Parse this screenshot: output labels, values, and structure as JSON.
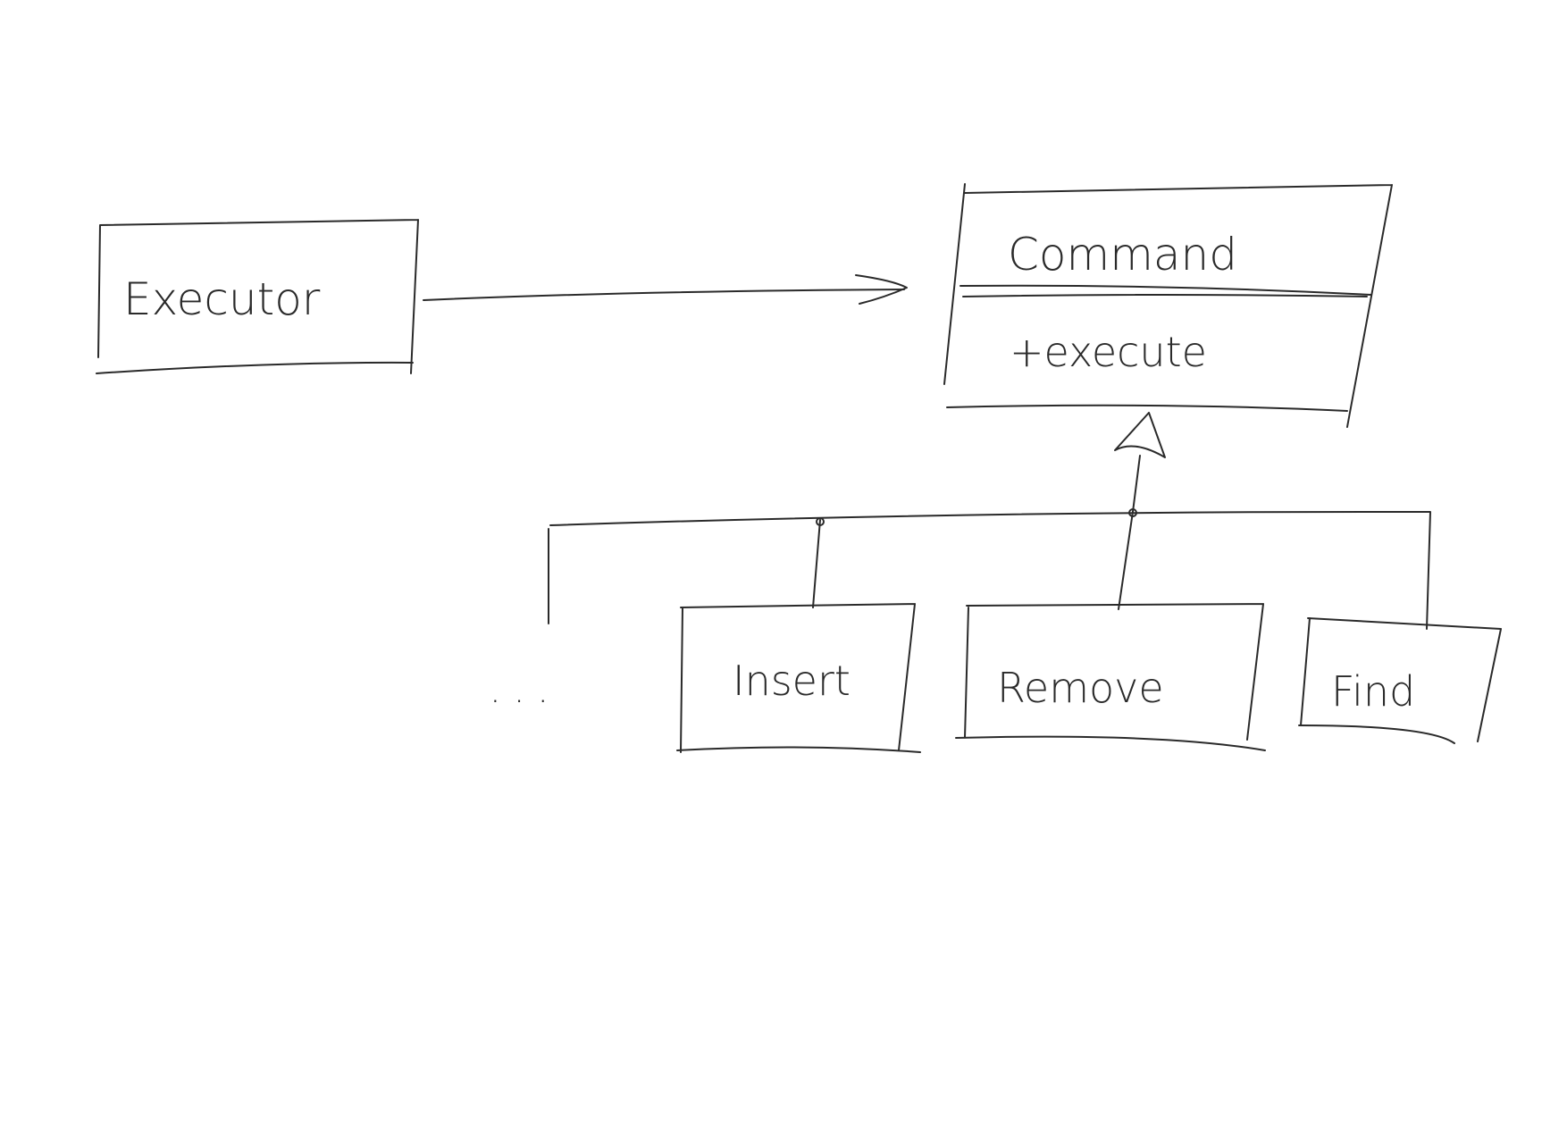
{
  "diagram": {
    "ink_color": "#2a2a2a",
    "executor": {
      "name": "Executor"
    },
    "command": {
      "name": "Command",
      "operation": "+execute"
    },
    "subclasses": [
      {
        "name": "Insert"
      },
      {
        "name": "Remove"
      },
      {
        "name": "Find"
      }
    ],
    "ellipsis": "...",
    "relations": [
      {
        "from": "Executor",
        "to": "Command",
        "type": "association"
      },
      {
        "from": "Insert",
        "to": "Command",
        "type": "inheritance"
      },
      {
        "from": "Remove",
        "to": "Command",
        "type": "inheritance"
      },
      {
        "from": "Find",
        "to": "Command",
        "type": "inheritance"
      }
    ]
  }
}
